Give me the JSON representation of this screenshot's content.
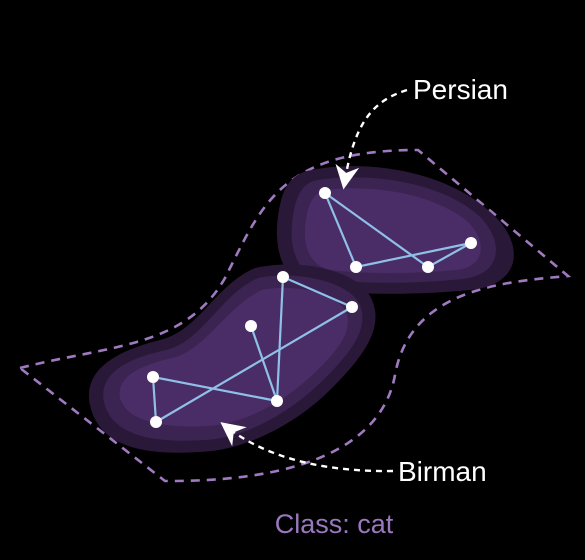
{
  "diagram": {
    "class_label": "Class: cat",
    "cluster_labels": {
      "persian": "Persian",
      "birman": "Birman"
    }
  },
  "colors": {
    "background": "#000000",
    "manifold_outline": "#a07ac0",
    "blob_outer": "#2a1838",
    "blob_mid": "#3b2452",
    "blob_inner": "#4a2d66",
    "edge": "#8fc0e8",
    "node": "#ffffff",
    "label_text": "#ffffff",
    "class_text": "#9a78c0",
    "arrow": "#ffffff"
  }
}
